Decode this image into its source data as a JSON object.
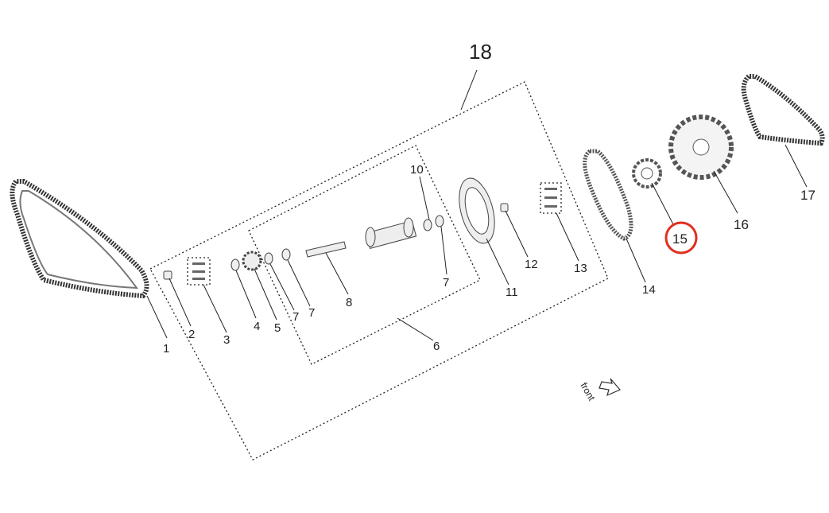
{
  "diagram": {
    "assembly_label": "18",
    "front_label": "front",
    "highlight_color": "#e0301e",
    "highlighted_part": "15",
    "parts": {
      "p1": "1",
      "p2": "2",
      "p3": "3",
      "p4": "4",
      "p5": "5",
      "p6": "6",
      "p7a": "7",
      "p7b": "7",
      "p7c": "7",
      "p8": "8",
      "p10": "10",
      "p11": "11",
      "p12": "12",
      "p13": "13",
      "p14": "14",
      "p15": "15",
      "p16": "16",
      "p17": "17"
    }
  }
}
